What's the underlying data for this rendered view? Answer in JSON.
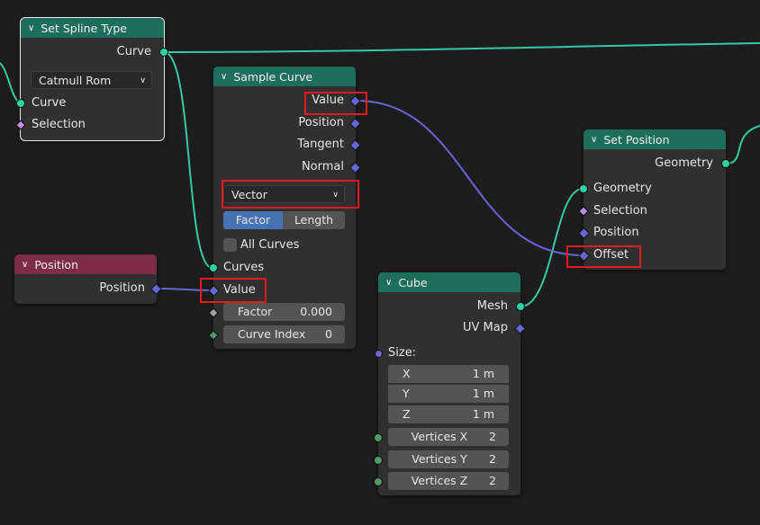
{
  "nodes": {
    "set_spline_type": {
      "title": "Set Spline Type",
      "output_curve": "Curve",
      "spline_type_value": "Catmull Rom",
      "input_curve": "Curve",
      "input_selection": "Selection"
    },
    "sample_curve": {
      "title": "Sample Curve",
      "outputs": [
        "Value",
        "Position",
        "Tangent",
        "Normal"
      ],
      "data_type_value": "Vector",
      "mode_options": [
        "Factor",
        "Length"
      ],
      "mode_selected": "Factor",
      "all_curves_label": "All Curves",
      "input_curves": "Curves",
      "input_value": "Value",
      "factor_label": "Factor",
      "factor_value": "0.000",
      "curve_index_label": "Curve Index",
      "curve_index_value": "0"
    },
    "position": {
      "title": "Position",
      "output_position": "Position"
    },
    "set_position": {
      "title": "Set Position",
      "output_geometry": "Geometry",
      "input_geometry": "Geometry",
      "input_selection": "Selection",
      "input_position": "Position",
      "input_offset": "Offset"
    },
    "cube": {
      "title": "Cube",
      "output_mesh": "Mesh",
      "output_uv_map": "UV Map",
      "size_label": "Size:",
      "size_fields": [
        {
          "label": "X",
          "value": "1 m"
        },
        {
          "label": "Y",
          "value": "1 m"
        },
        {
          "label": "Z",
          "value": "1 m"
        }
      ],
      "vertex_fields": [
        {
          "label": "Vertices X",
          "value": "2"
        },
        {
          "label": "Vertices Y",
          "value": "2"
        },
        {
          "label": "Vertices Z",
          "value": "2"
        }
      ]
    }
  },
  "colors": {
    "background": "#1d1d1d",
    "node_body": "#303030",
    "header_geometry": "#1e6e5c",
    "header_input": "#7d2e46",
    "geometry_socket": "#2fd2a6",
    "vector_socket": "#6964d6",
    "vector_link": "#6b62d4",
    "geometry_link": "#34c9a0",
    "highlight": "#e31b1b",
    "mode_active": "#4772b3"
  }
}
